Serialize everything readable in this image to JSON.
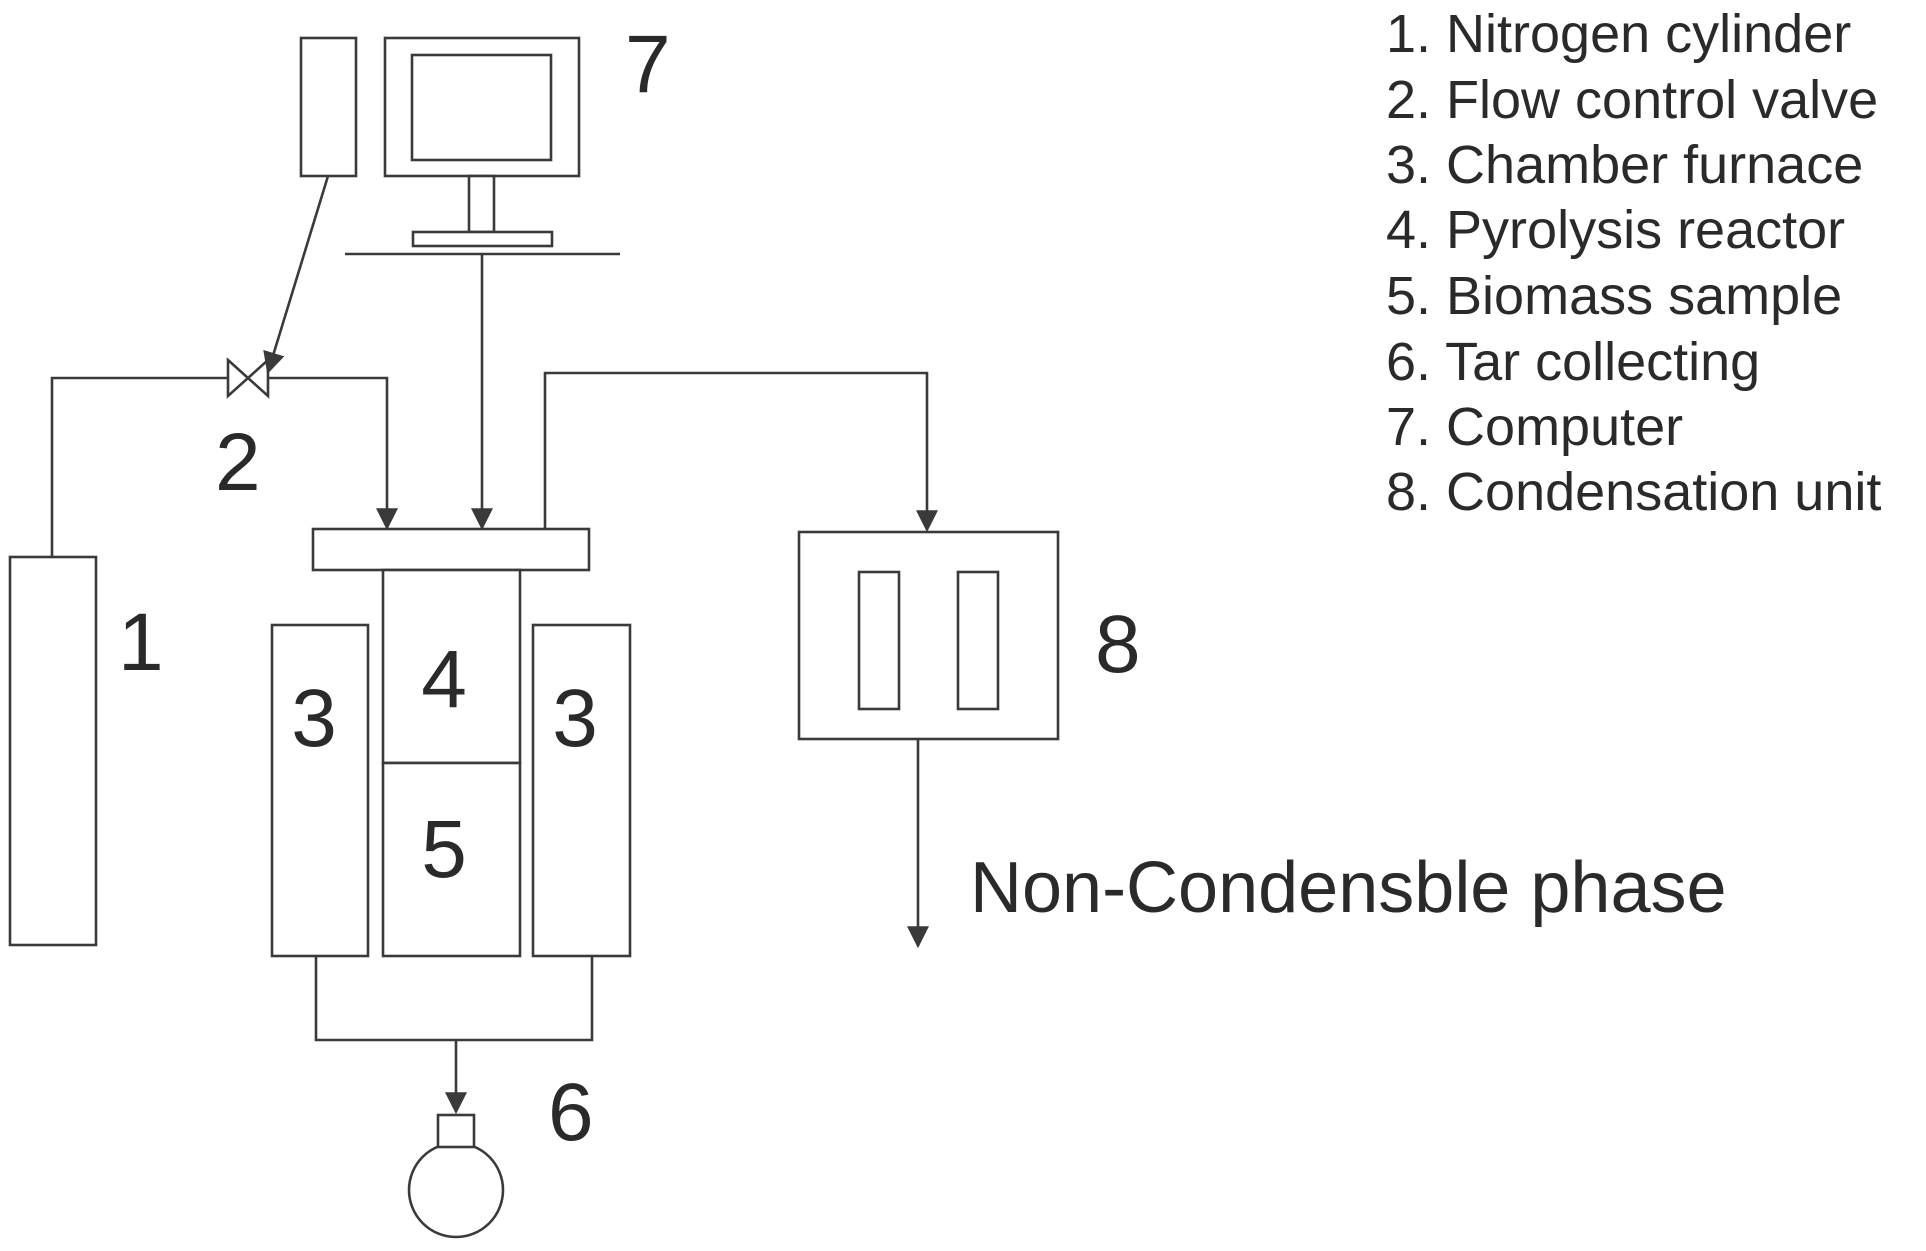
{
  "diagram": {
    "component_numbers": {
      "cylinder": "1",
      "valve": "2",
      "furnace_left": "3",
      "furnace_right": "3",
      "reactor": "4",
      "sample": "5",
      "tar": "6",
      "computer": "7",
      "condenser": "8"
    },
    "phase_label": "Non-Condensble phase",
    "legend": [
      "1. Nitrogen cylinder",
      "2. Flow control valve",
      "3. Chamber furnace",
      "4. Pyrolysis reactor",
      "5. Biomass sample",
      "6. Tar collecting",
      "7. Computer",
      "8. Condensation unit"
    ],
    "colors": {
      "line": "#3a3a3a",
      "text": "#2a2a2a",
      "background": "#ffffff"
    }
  }
}
